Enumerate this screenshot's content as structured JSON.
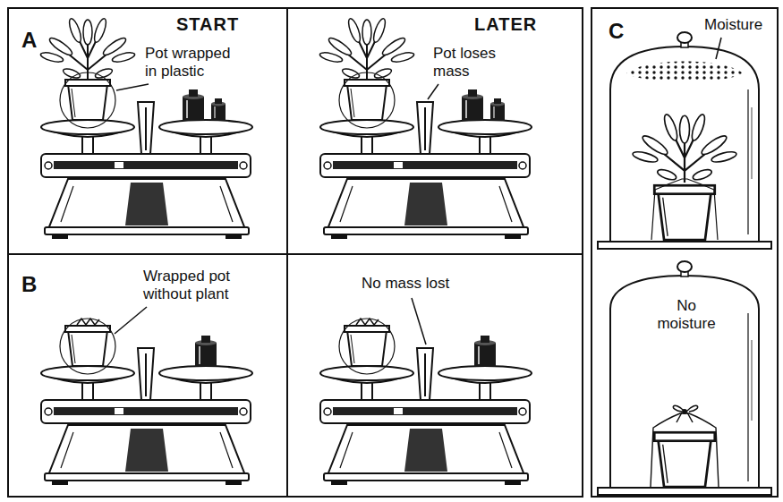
{
  "diagram": {
    "nodes": [
      {
        "text": [
          "A",
          "START",
          "Pot wrapped in plastic"
        ]
      },
      {
        "text": [
          "LATER",
          "Pot loses mass"
        ]
      },
      {
        "text": [
          "B",
          "Wrapped pot without plant"
        ]
      },
      {
        "text": [
          "No mass lost"
        ]
      },
      {
        "text": [
          "C",
          "Moisture",
          "No moisture"
        ]
      }
    ]
  }
}
